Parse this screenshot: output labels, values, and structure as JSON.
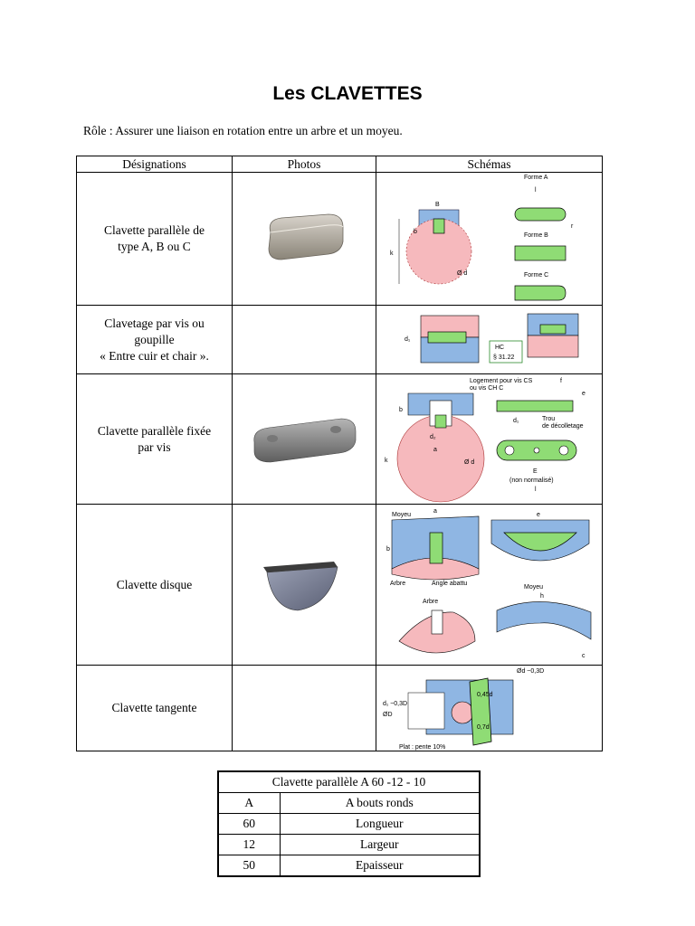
{
  "title": "Les CLAVETTES",
  "role": "Rôle : Assurer une liaison en rotation entre un arbre et un moyeu.",
  "table": {
    "headers": [
      "Désignations",
      "Photos",
      "Schémas"
    ],
    "rows": [
      {
        "designation_lines": [
          "Clavette parallèle de",
          "type A, B ou C"
        ],
        "labels": [
          "Forme A",
          "Forme B",
          "Forme C",
          "B",
          "b",
          "k",
          "Ø d",
          "l",
          "r"
        ]
      },
      {
        "designation_lines": [
          "Clavetage par vis ou",
          "goupille",
          "« Entre cuir et chair »."
        ],
        "labels": [
          "HC",
          "§ 31.22",
          "d₁"
        ]
      },
      {
        "designation_lines": [
          "Clavette parallèle fixée",
          "par vis"
        ],
        "labels": [
          "Logement pour vis CS",
          "ou vis CH C",
          "Trou",
          "de décolletage",
          "E",
          "(non normalisé)",
          "a",
          "b",
          "k",
          "Ø d",
          "d₁",
          "d₂",
          "f",
          "e",
          "l"
        ]
      },
      {
        "designation_lines": [
          "Clavette disque"
        ],
        "labels": [
          "Moyeu",
          "Arbre",
          "Angle abattu",
          "Moyeu",
          "Arbre",
          "a",
          "b",
          "e",
          "h",
          "c"
        ]
      },
      {
        "designation_lines": [
          "Clavette tangente"
        ],
        "labels": [
          "Ød ~0,3D",
          "0,45d",
          "0,7d",
          "ØD",
          "d₁ ~0,3D",
          "Plat : pente 10%"
        ]
      }
    ]
  },
  "summary": {
    "header": "Clavette parallèle A  60 -12 - 10",
    "rows": [
      {
        "code": "A",
        "meaning": "A bouts ronds"
      },
      {
        "code": "60",
        "meaning": "Longueur"
      },
      {
        "code": "12",
        "meaning": "Largeur"
      },
      {
        "code": "50",
        "meaning": "Epaisseur"
      }
    ]
  },
  "colors": {
    "blue": "#8fb6e3",
    "pink": "#f6b9bd",
    "green": "#8fdc75"
  }
}
